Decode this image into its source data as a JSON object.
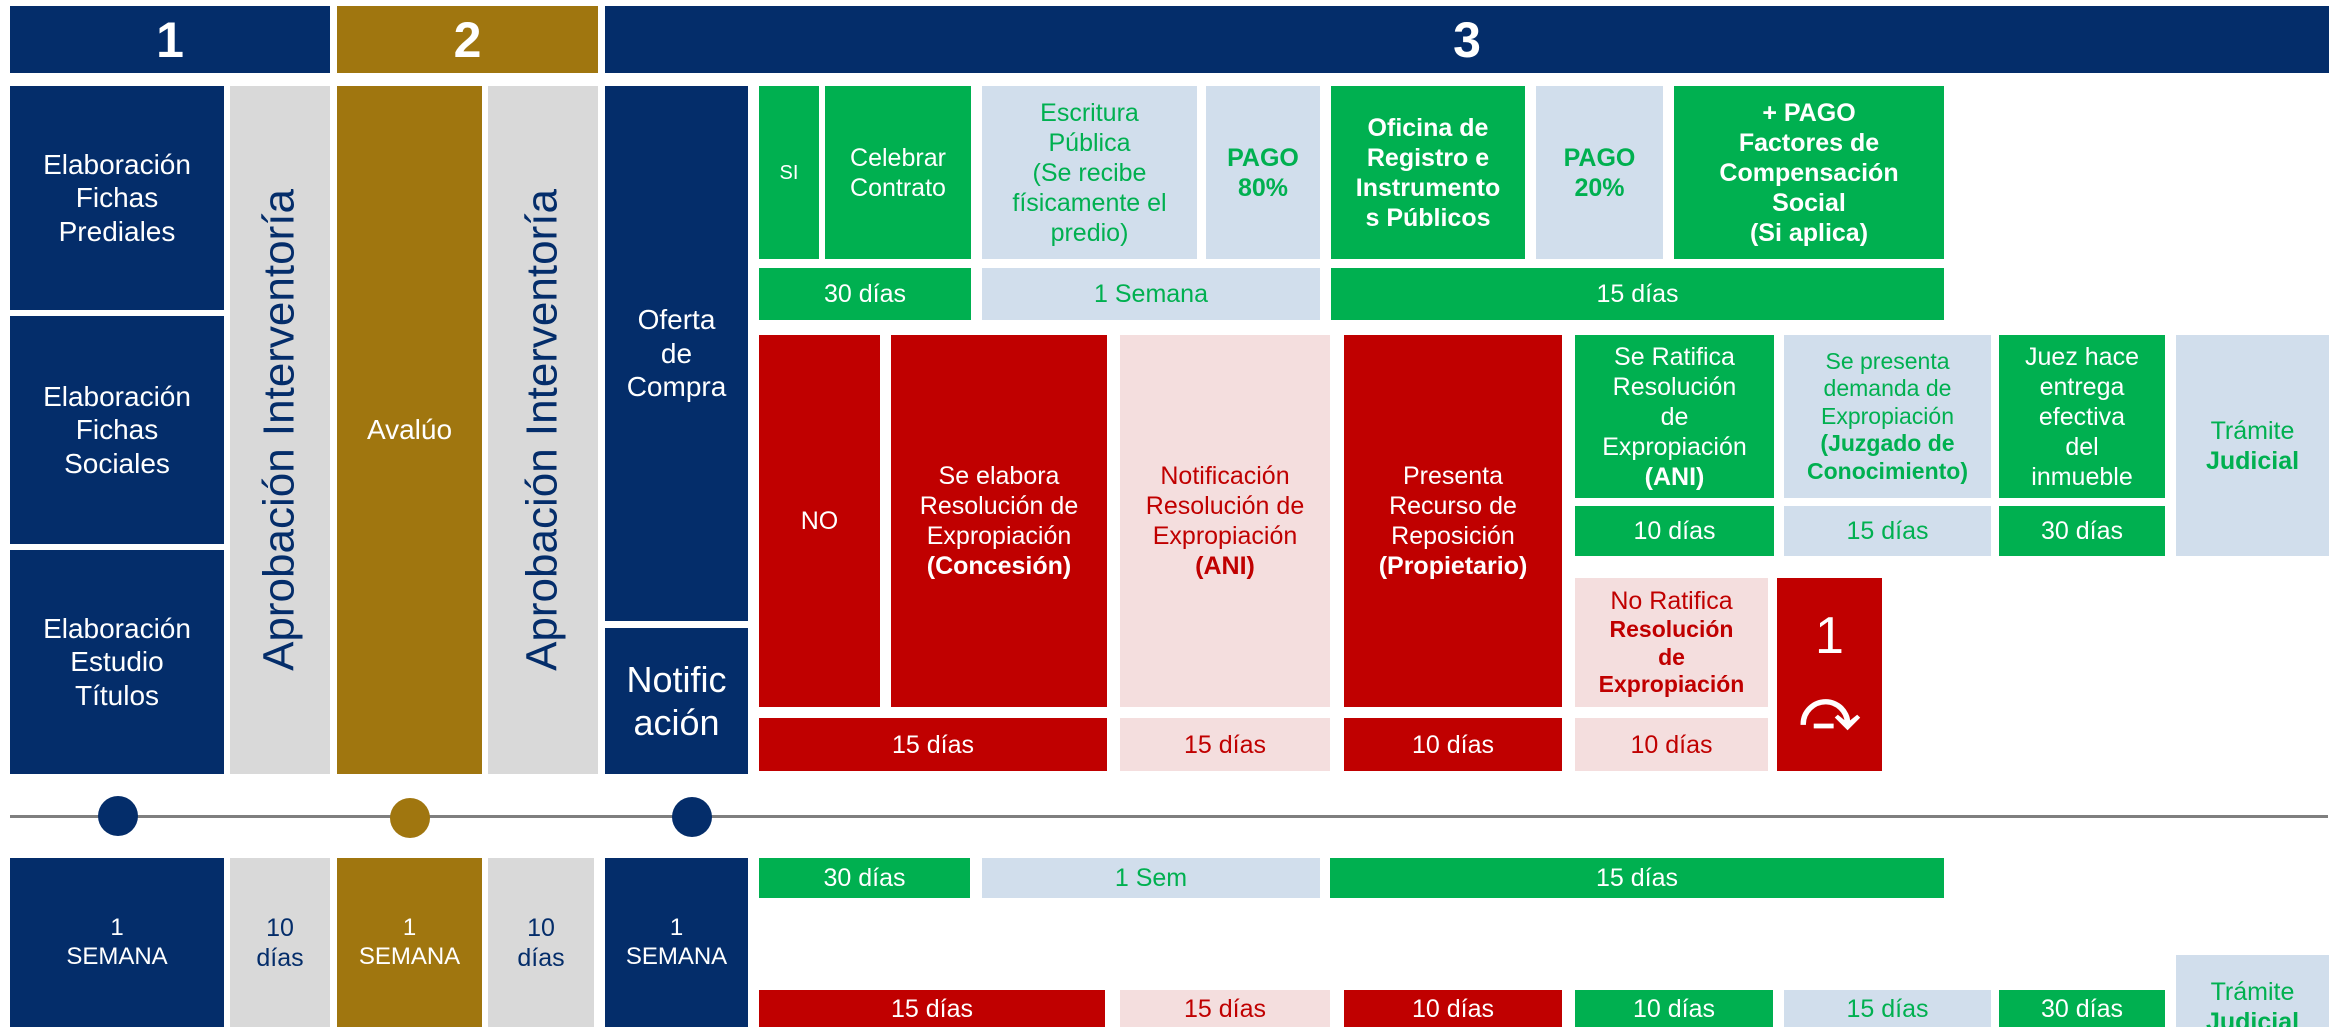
{
  "headers": {
    "phase1": "1",
    "phase2": "2",
    "phase3": "3"
  },
  "phase1": {
    "fichas_prediales": "Elaboración\nFichas\nPrediales",
    "fichas_sociales": "Elaboración\nFichas\nSociales",
    "estudio_titulos": "Elaboración\nEstudio\nTítulos",
    "aprobacion": "Aprobación Interventoría"
  },
  "phase2": {
    "avaluo": "Avalúo",
    "aprobacion": "Aprobación Interventoría"
  },
  "phase3": {
    "oferta": "Oferta\nde\nCompra",
    "notificacion": "Notific\nación",
    "si_path": {
      "si": "SI",
      "celebrar": "Celebrar\nContrato",
      "escritura": "Escritura\nPública\n(Se recibe\nfísicamente el\npredio)",
      "pago80": "PAGO\n80%",
      "oficina": "Oficina de\nRegistro e\nInstrumento\ns Públicos",
      "pago20": "PAGO\n20%",
      "factores": "+  PAGO\nFactores de\nCompensación\nSocial\n(Si aplica)",
      "d30": "30 días",
      "semana": "1 Semana",
      "d15": "15 días"
    },
    "no_path": {
      "no": "NO",
      "resolucion_line1": "Se elabora\nResolución de\nExpropiación",
      "resolucion_line2": "(Concesión)",
      "notificacion_line1": "Notificación\nResolución de\nExpropiación",
      "notificacion_line2": "(ANI)",
      "recurso_line1": "Presenta\nRecurso de\nReposición",
      "recurso_line2": "(Propietario)",
      "ratifica_line1": "Se Ratifica\nResolución\nde\nExpropiación",
      "ratifica_line2": "(ANI)",
      "demanda_line1": "Se presenta\ndemanda de\nExpropiación",
      "demanda_line2": "(Juzgado de\nConocimiento)",
      "juez": "Juez hace\nentrega\nefectiva\ndel\ninmueble",
      "tramite_line1": "Trámite",
      "tramite_line2": "Judicial",
      "no_ratifica_line1": "No Ratifica",
      "no_ratifica_line2": "Resolución\nde\nExpropiación",
      "return_number": "1",
      "return_arrow": "⤼",
      "d15a": "15 días",
      "d15b": "15 días",
      "d10a": "10 días",
      "d10b": "10 días",
      "d10c": "10 días",
      "d15c": "15 días",
      "d30": "30  días"
    }
  },
  "timeline": {
    "p1_time": "1\nSEMANA",
    "p1_apr": "10\ndías",
    "p2_time": "1\nSEMANA",
    "p2_apr": "10\ndías",
    "p3_time": "1\nSEMANA",
    "si_d30": "30 días",
    "si_sem": "1 Sem",
    "si_d15": "15 días",
    "no_d15a": "15 días",
    "no_d15b": "15 días",
    "no_d10a": "10 días",
    "no_d10b": "10 días",
    "no_d15c": "15 días",
    "no_d30": "30 días",
    "tramite_line1": "Trámite",
    "tramite_line2": "Judicial"
  },
  "colors": {
    "navy": "#042D6A",
    "gold": "#A0760F",
    "gray": "#D9D9D9",
    "green": "#00B050",
    "light_blue": "#D1DEEC",
    "red": "#C00000",
    "pink": "#F4DEDE"
  }
}
